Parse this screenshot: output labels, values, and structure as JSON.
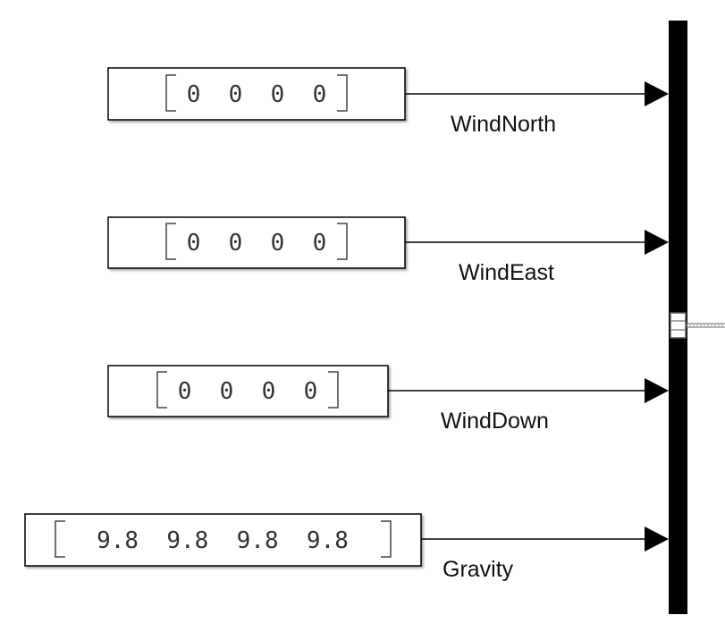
{
  "diagram": {
    "blocks": [
      {
        "id": "wind-north",
        "value": "0  0  0  0",
        "signal": "WindNorth"
      },
      {
        "id": "wind-east",
        "value": "0  0  0  0",
        "signal": "WindEast"
      },
      {
        "id": "wind-down",
        "value": "0  0  0  0",
        "signal": "WindDown"
      },
      {
        "id": "gravity",
        "value": "9.8  9.8  9.8  9.8",
        "signal": "Gravity"
      }
    ],
    "colors": {
      "line": "#000000",
      "block_fill": "#ffffff",
      "bracket": "#444444",
      "bus_bar": "#000000"
    }
  }
}
